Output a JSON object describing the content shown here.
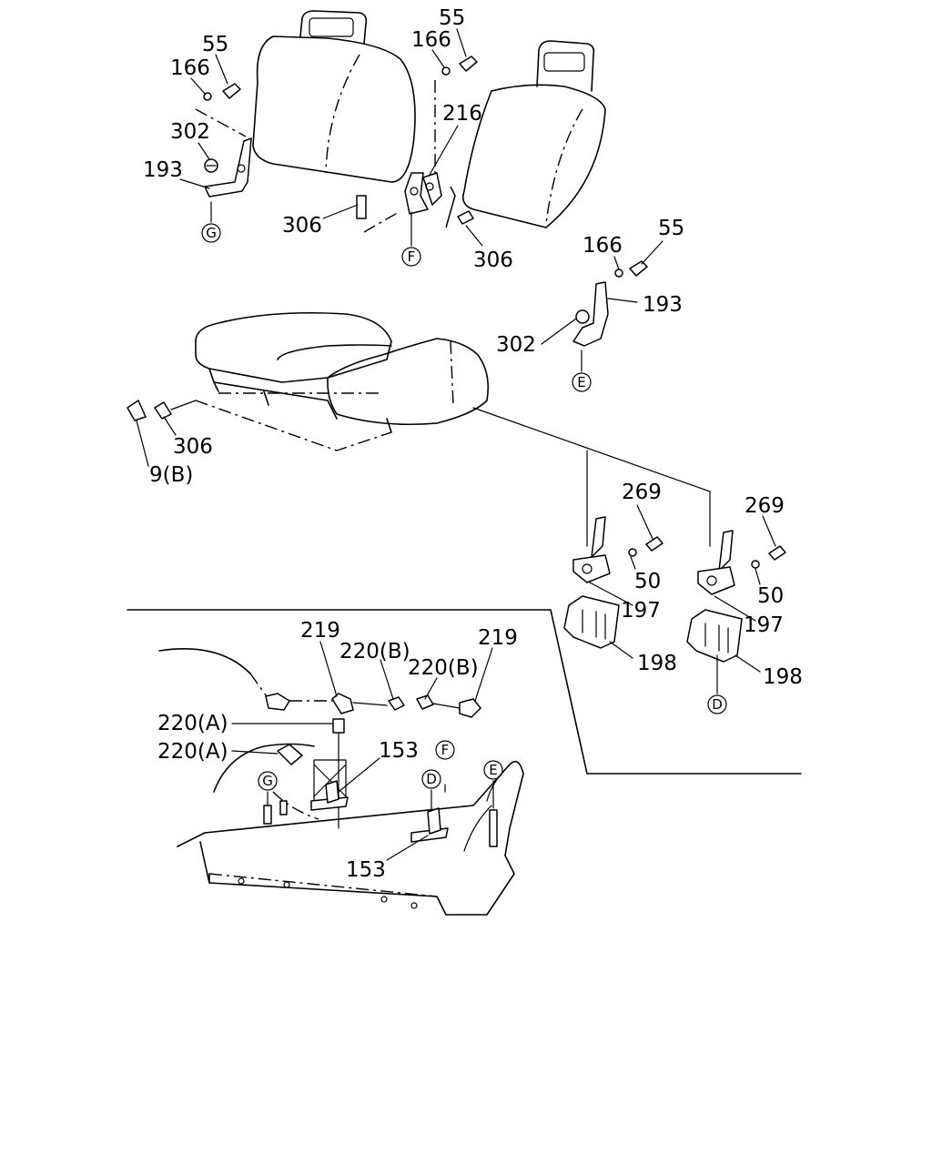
{
  "callouts": {
    "n55_a": "55",
    "n166_a": "166",
    "n302_a": "302",
    "n193_a": "193",
    "n55_b": "55",
    "n166_b": "166",
    "n216": "216",
    "n306_a": "306",
    "n306_b": "306",
    "n166_c": "166",
    "n55_c": "55",
    "n193_b": "193",
    "n302_b": "302",
    "n306_c": "306",
    "n9b": "9(B)",
    "n269_a": "269",
    "n50_a": "50",
    "n197_a": "197",
    "n198_a": "198",
    "n269_b": "269",
    "n50_b": "50",
    "n197_b": "197",
    "n198_b": "198",
    "n219_a": "219",
    "n220b_a": "220(B)",
    "n220b_b": "220(B)",
    "n219_b": "219",
    "n220a_a": "220(A)",
    "n220a_b": "220(A)",
    "n153_a": "153",
    "n153_b": "153"
  },
  "refs": {
    "G_top": "G",
    "F_top": "F",
    "E_top": "E",
    "D_top": "D",
    "G_floor": "G",
    "F_floor": "F",
    "D_floor": "D",
    "E_floor": "E"
  }
}
